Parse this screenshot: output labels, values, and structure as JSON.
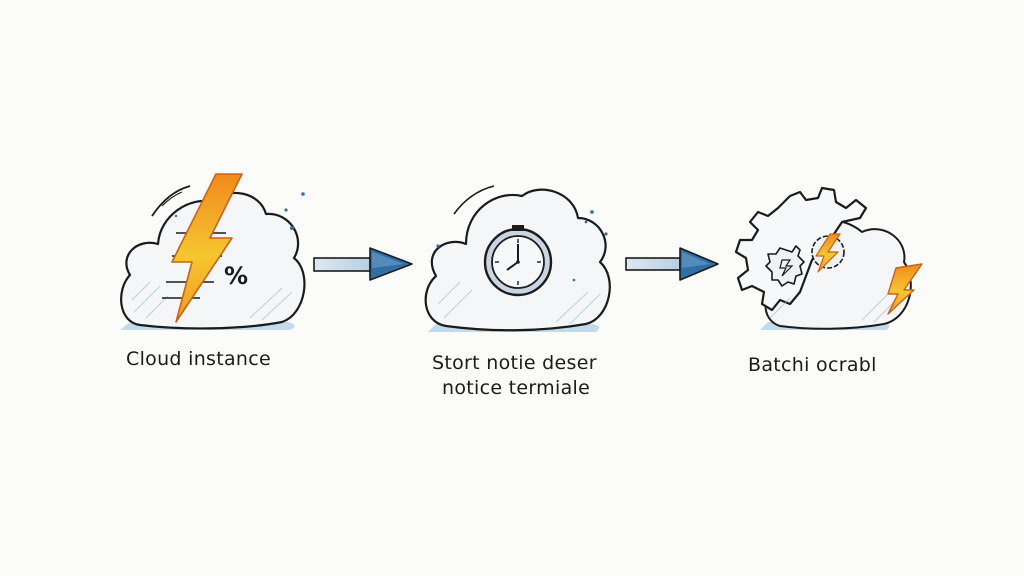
{
  "steps": [
    {
      "label": "Cloud instance",
      "icon": "lightning-percent-icon"
    },
    {
      "label_line1": "Stort notie deser",
      "label_line2": "notice termiale",
      "icon": "clock-icon"
    },
    {
      "label": "Batchi ocrabl",
      "icon": "gear-lightning-icon"
    }
  ],
  "badge_symbol": "%",
  "colors": {
    "ink": "#1b1b1b",
    "cloud_fill": "#f4f6f8",
    "cloud_shadow": "#a9cde6",
    "lightning_orange": "#f08a1c",
    "lightning_yellow": "#f6c630",
    "arrow_blue": "#2f6fa6",
    "arrow_body": "#c9dced"
  }
}
